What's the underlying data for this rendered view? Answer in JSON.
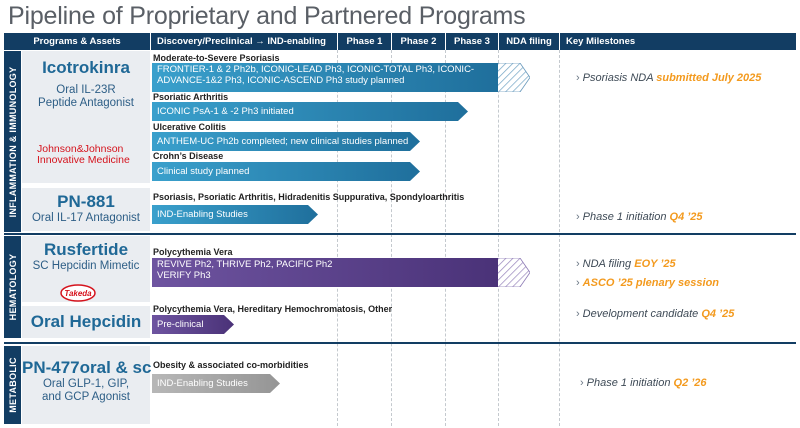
{
  "title": "Pipeline of Proprietary and Partnered Programs",
  "header": {
    "programs": "Programs & Assets",
    "discovery": "Discovery/Preclinical → IND-enabling",
    "phase1": "Phase 1",
    "phase2": "Phase 2",
    "phase3": "Phase 3",
    "nda": "NDA filing",
    "milestones": "Key Milestones"
  },
  "sections": {
    "inflammation": "INFLAMMATION & IMMUNOLOGY",
    "hematology": "HEMATOLOGY",
    "metabolic": "METABOLIC"
  },
  "assets": {
    "icotrokinra": {
      "name": "Icotrokinra",
      "sub1": "Oral IL-23R",
      "sub2": "Peptide Antagonist",
      "partner1": "Johnson&Johnson",
      "partner2": "Innovative Medicine"
    },
    "pn881": {
      "name": "PN-881",
      "sub1": "Oral IL-17 Antagonist"
    },
    "rusfertide": {
      "name": "Rusfertide",
      "sub1": "SC Hepcidin Mimetic",
      "partner": "Takeda"
    },
    "hepcidin": {
      "name": "Oral Hepcidin"
    },
    "pn477": {
      "name": "PN-477oral & sc",
      "sub1": "Oral GLP-1, GIP,",
      "sub2": "and GCP Agonist"
    }
  },
  "indications": [
    {
      "label": "Moderate-to-Severe Psoriasis",
      "bar": "FRONTIER-1 & 2 Ph2b, ICONIC-LEAD Ph3, ICONIC-TOTAL Ph3, ICONIC-\nADVANCE-1&2 Ph3, ICONIC-ASCEND Ph3 study planned"
    },
    {
      "label": "Psoriatic Arthritis",
      "bar": "ICONIC PsA-1 & -2 Ph3 initiated"
    },
    {
      "label": "Ulcerative Colitis",
      "bar": "ANTHEM-UC Ph2b completed; new clinical studies planned"
    },
    {
      "label": "Crohn’s Disease",
      "bar": "Clinical study planned"
    },
    {
      "label": "Psoriasis, Psoriatic Arthritis, Hidradenitis Suppurativa, Spondyloarthritis",
      "bar": "IND-Enabling Studies"
    },
    {
      "label": "Polycythemia Vera",
      "bar": "REVIVE Ph2, THRIVE Ph2, PACIFIC Ph2\nVERIFY Ph3"
    },
    {
      "label": "Polycythemia Vera, Hereditary Hemochromatosis, Other",
      "bar": "Pre-clinical"
    },
    {
      "label": "Obesity & associated co-morbidities",
      "bar": "IND-Enabling Studies"
    }
  ],
  "milestones": {
    "m1": {
      "text": "Psoriasis NDA ",
      "highlight": "submitted July 2025"
    },
    "m2": {
      "text": "Phase 1 initiation ",
      "highlight": "Q4 ’25"
    },
    "m3": {
      "text": "NDA filing ",
      "highlight": "EOY ’25"
    },
    "m4": {
      "highlight": "ASCO ’25 plenary session"
    },
    "m5": {
      "text": "Development candidate ",
      "highlight": "Q4 ’25"
    },
    "m6": {
      "text": "Phase 1 initiation ",
      "highlight": "Q2 ’26"
    }
  },
  "colors": {
    "navy": "#123d63",
    "teal": "#2a87b4",
    "purple": "#5b3f8e",
    "gray": "#a3a3a3",
    "orange": "#f39a1e"
  }
}
